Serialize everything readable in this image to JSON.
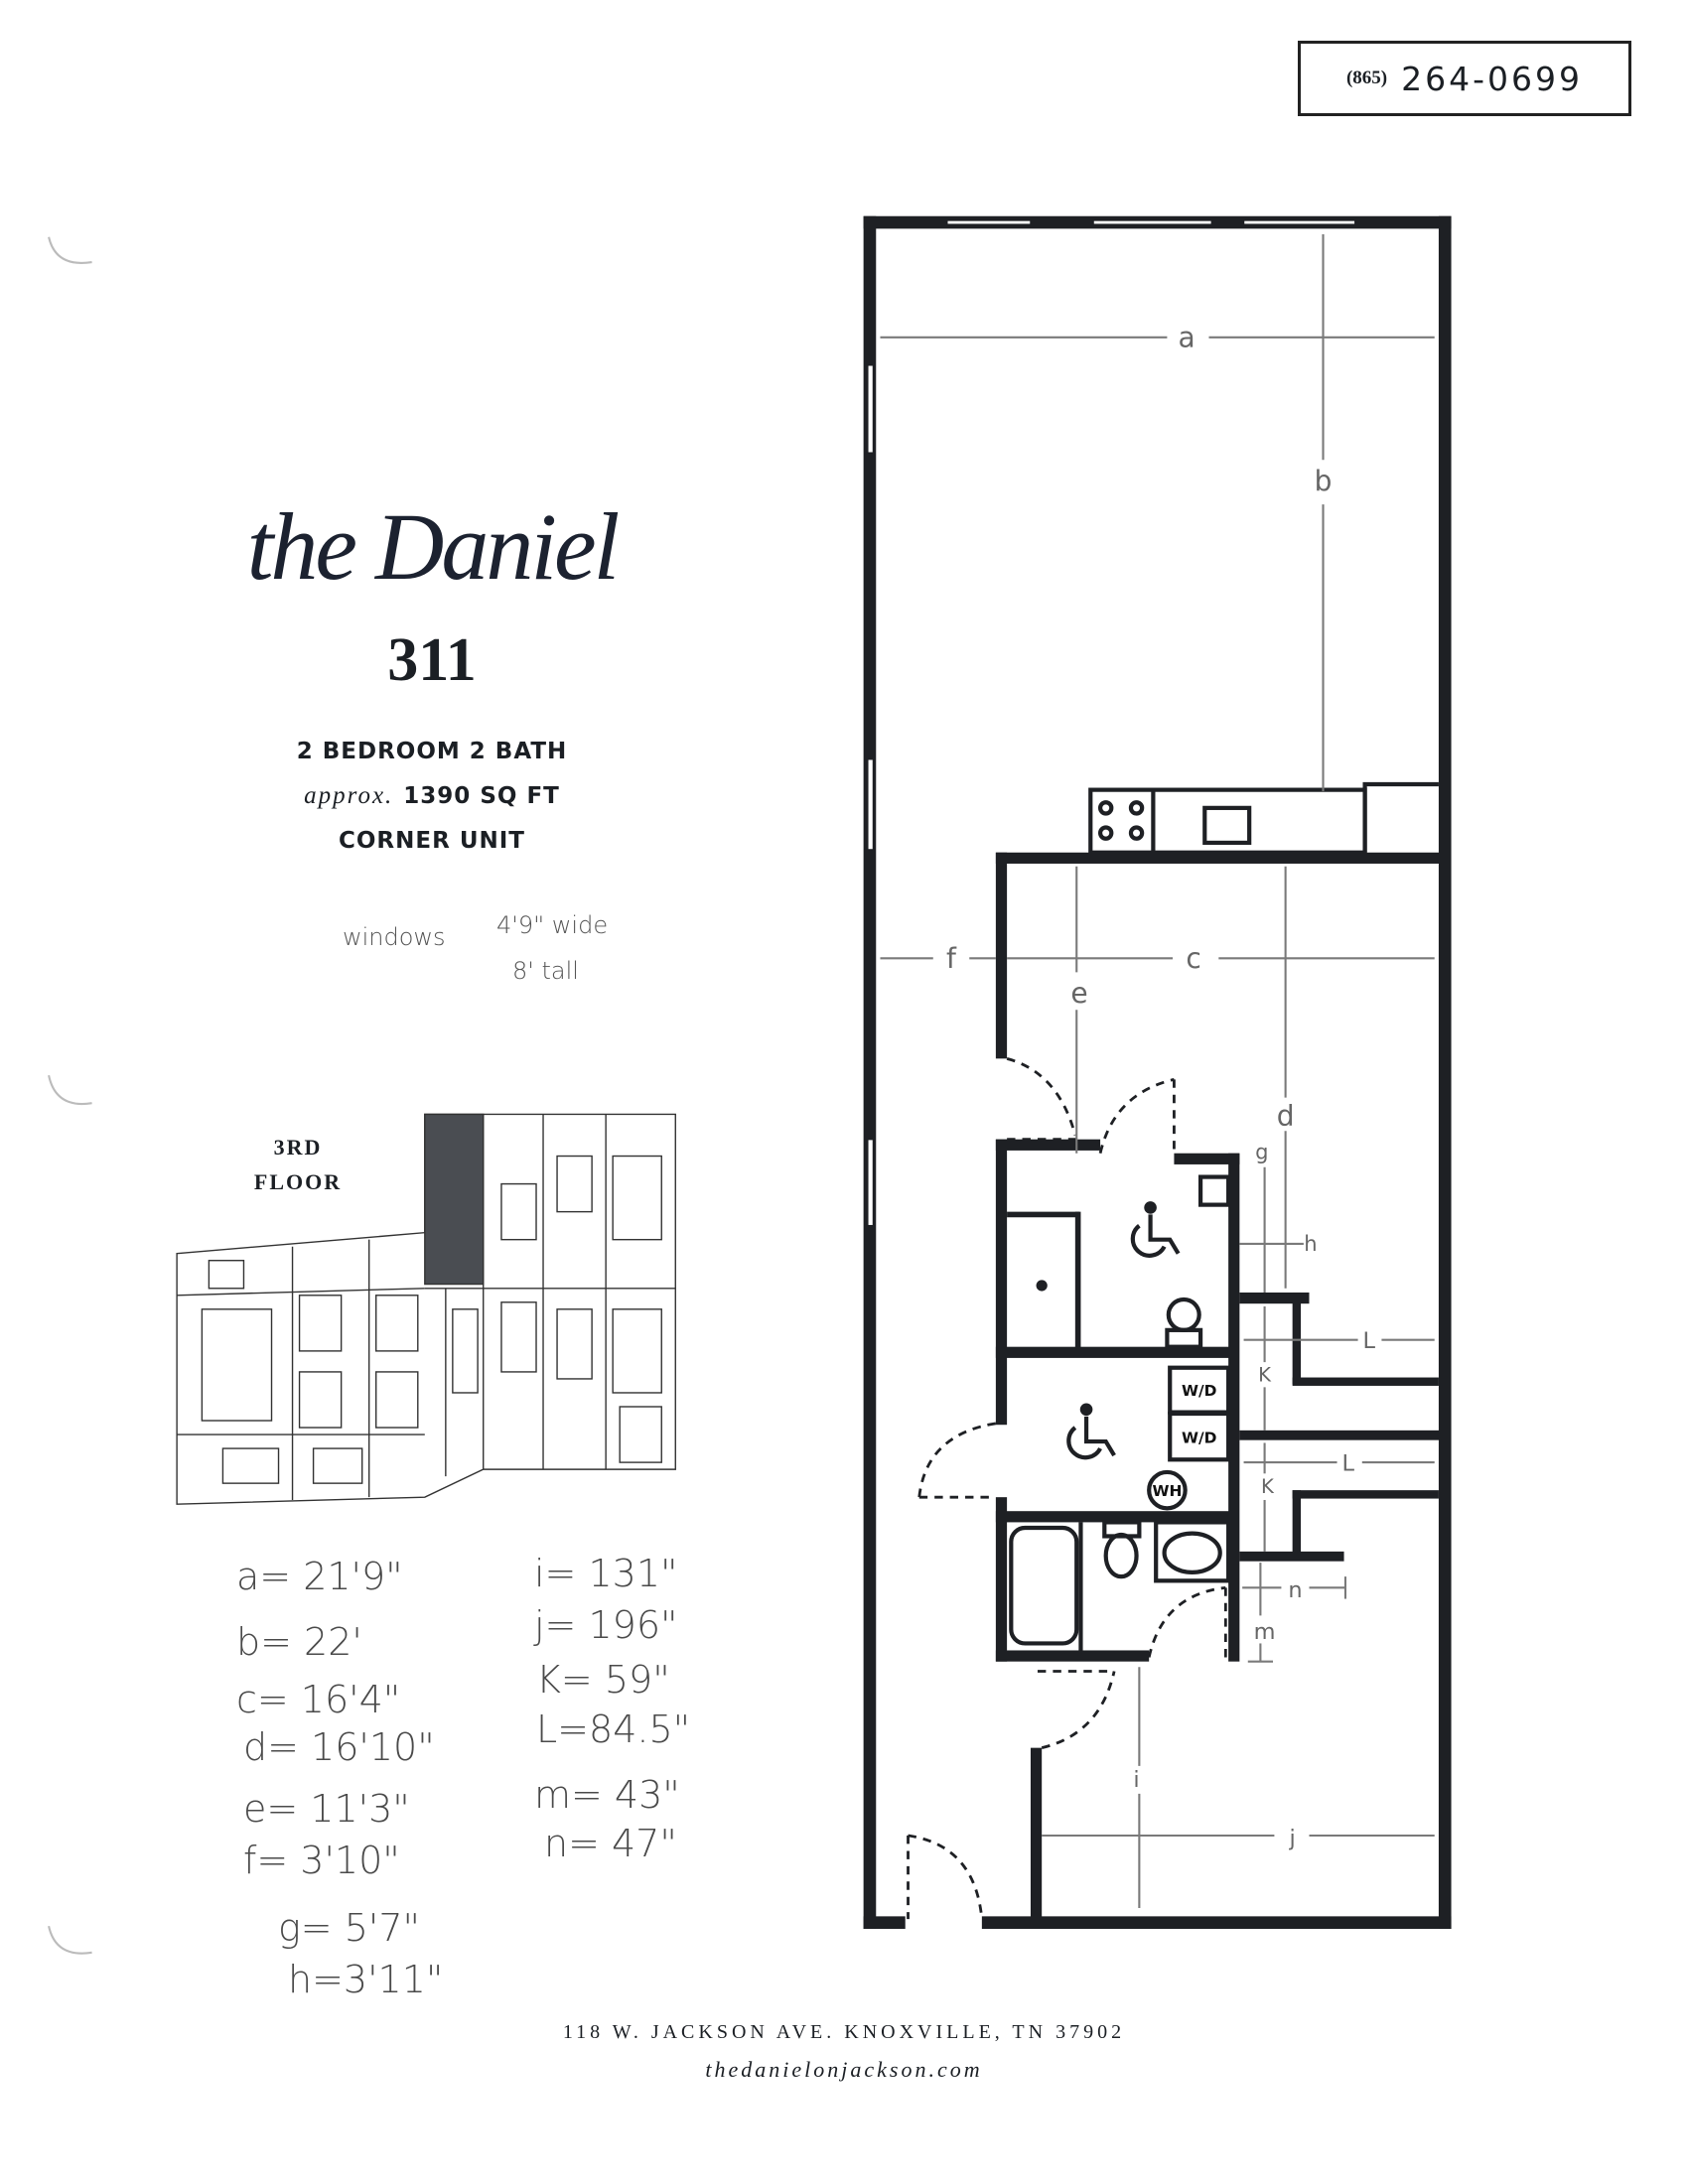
{
  "contact": {
    "area_code": "(865)",
    "number": "264-0699"
  },
  "brand": {
    "logo_text": "the Daniel"
  },
  "unit": {
    "number": "311",
    "bed_bath": "2 BEDROOM 2 BATH",
    "approx_label": "approx.",
    "sq_ft": "1390 SQ FT",
    "type": "CORNER UNIT"
  },
  "notes": {
    "windows_label": "windows",
    "window_width": "4'9\" wide",
    "window_height": "8' tall"
  },
  "key_plan": {
    "floor_ordinal": "3RD",
    "floor_word": "FLOOR",
    "highlight_color": "#4a4d52"
  },
  "dimensions_left": [
    {
      "text": "a= 21'9\""
    },
    {
      "text": "b= 22'"
    },
    {
      "text": "c= 16'4\""
    },
    {
      "text": "d= 16'10\""
    },
    {
      "text": "e= 11'3\""
    },
    {
      "text": "f= 3'10\""
    },
    {
      "text": "g= 5'7\""
    },
    {
      "text": "h=3'11\""
    }
  ],
  "dimensions_right": [
    {
      "text": "i= 131\""
    },
    {
      "text": "j= 196\""
    },
    {
      "text": "K= 59\""
    },
    {
      "text": "L=84.5\""
    },
    {
      "text": "m= 43\""
    },
    {
      "text": "n= 47\""
    }
  ],
  "plan_labels": {
    "a": "a",
    "b": "b",
    "c": "c",
    "d": "d",
    "e": "e",
    "f": "f",
    "g": "g",
    "h": "h",
    "i": "i",
    "j": "j",
    "k": "K",
    "l": "L",
    "m": "m",
    "n": "n"
  },
  "fixtures": {
    "washer_dryer": "W/D",
    "water_heater": "WH"
  },
  "footer": {
    "address": "118 W. JACKSON AVE. KNOXVILLE, TN 37902",
    "website": "thedanielonjackson.com"
  },
  "colors": {
    "wall": "#1e2024",
    "dimension_line": "#7a7a7a"
  }
}
